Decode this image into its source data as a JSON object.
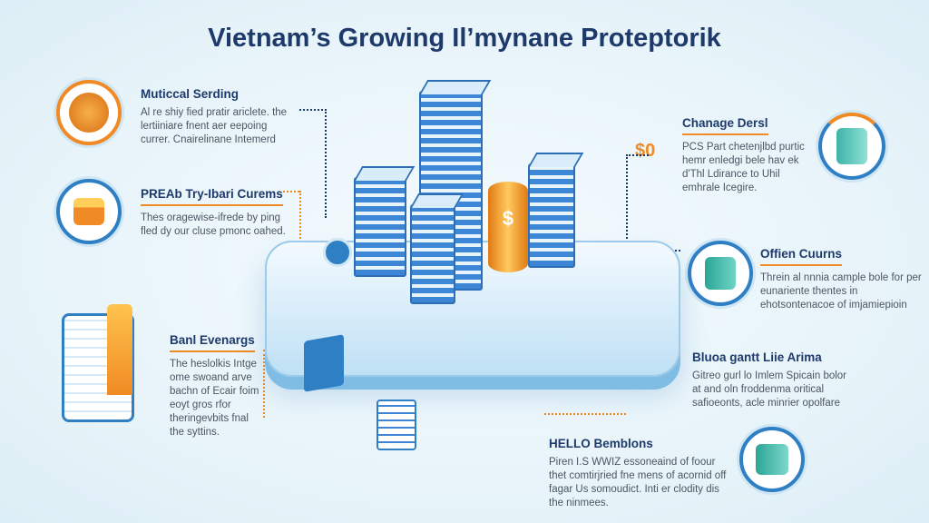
{
  "title": "Vietnam’s Growing Il’mynane Proteptorik",
  "left": [
    {
      "heading": "Muticcal Serding",
      "text": "Al re shiy fied pratir ariclete. the lertiiniare fnent aer eepoing currer. Cnairelinane Intemerd",
      "icon": "coin-icon"
    },
    {
      "heading": "PREAb Try-Ibari Curems",
      "text": "Thes oragewise-ifrede by ping fled dy our cluse pmonc oahed.",
      "icon": "box-icon"
    },
    {
      "heading": "Banl Evenargs",
      "text": "The heslolkis Intge ome swoand arve bachn of Ecair foim eoyt gros rfor theringevbits fnal the syttins.",
      "icon": "tablet-icon"
    }
  ],
  "right": [
    {
      "heading": "Chanage Dersl",
      "text": "PCS Part chetenjlbd purtic hemr enledgi bele hav ek d'Thl Ldirance to Uhil emhrale Icegire.",
      "icon": "server-cycle-icon"
    },
    {
      "heading": "Offien Cuurns",
      "text": "Threin al nnnia cample bole for per eunariente thentes in ehotsontenacoe of imjamiepioin",
      "icon": "database-icon"
    },
    {
      "heading": "Bluoa gantt Liie Arima",
      "text": "Gitreo gurl lo Imlem Spicain bolor at and oln froddenma oritical safioeonts, acle minrier opolfare",
      "icon": "hand-icon"
    },
    {
      "heading": "HELLO Bemblons",
      "text": "Piren I.S WWIZ essoneaind of foour thet comtirjried fne mens of acornid off fagar Us somoudict. Inti er clodity dis the ninmees.",
      "icon": "cube-icon"
    }
  ],
  "center": {
    "coin_label": "$",
    "badge_label": "$0"
  }
}
